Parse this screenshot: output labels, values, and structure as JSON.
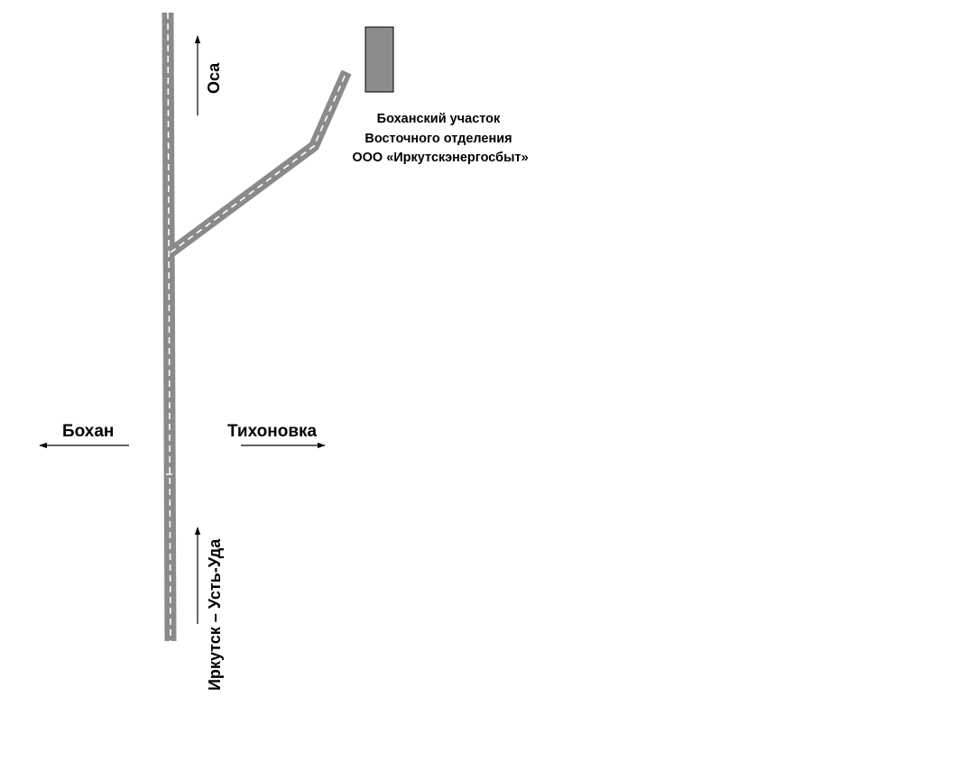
{
  "colors": {
    "road": "#8a8a8a",
    "road_dash": "#ffffff",
    "building_fill": "#8c8c8c",
    "building_stroke": "#000000",
    "text": "#000000",
    "background": "#ffffff"
  },
  "icons": {
    "building": "building-icon",
    "arrow": "arrow-icon"
  },
  "office": {
    "line1": "Боханский участок",
    "line2": "Восточного отделения",
    "line3": "ООО «Иркутскэнергосбыт»"
  },
  "directions": {
    "osa": "Оса",
    "bokhan": "Бохан",
    "tikhonovka": "Тихоновка",
    "irkutsk_ust_uda": "Иркутск – Усть-Уда"
  }
}
